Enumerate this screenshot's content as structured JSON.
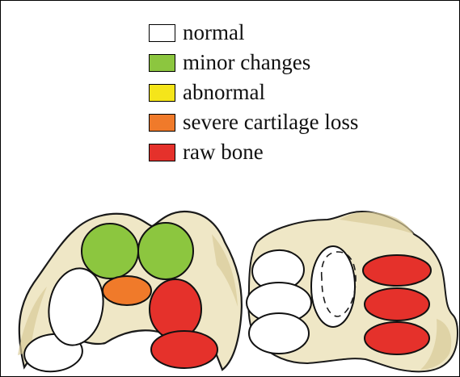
{
  "legend": [
    {
      "label": "normal",
      "color": "#ffffff"
    },
    {
      "label": "minor changes",
      "color": "#8cc63f"
    },
    {
      "label": "abnormal",
      "color": "#f5e51a"
    },
    {
      "label": "severe cartilage loss",
      "color": "#f07a2a"
    },
    {
      "label": "raw bone",
      "color": "#e5312b"
    }
  ],
  "bone_color": "#efe7c6",
  "bone_shadow": "#d8cb98"
}
